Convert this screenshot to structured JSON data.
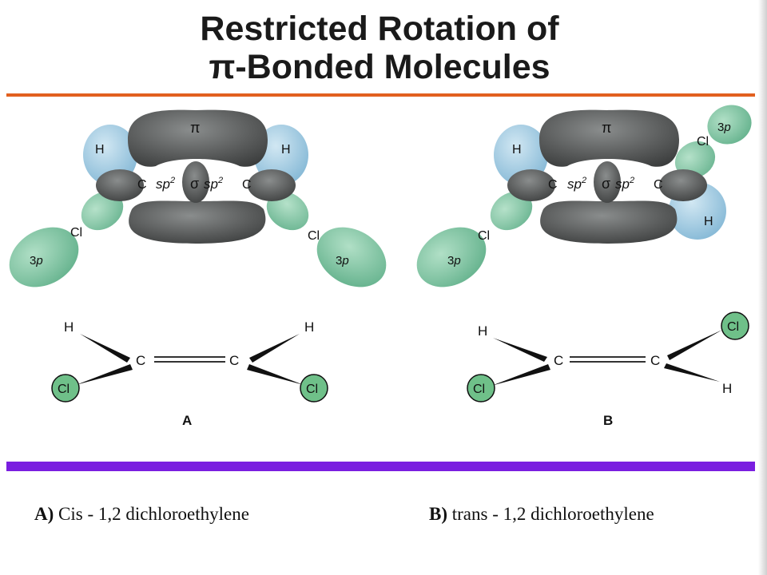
{
  "title": {
    "line1": "Restricted Rotation of",
    "line2_symbol": "π",
    "line2_text": "-Bonded Molecules"
  },
  "orbital_labels": {
    "pi": "π",
    "sigma": "σ",
    "sp": "sp",
    "sup": "2",
    "carbon": "C",
    "hydrogen": "H",
    "chlorine": "Cl",
    "p_num": "3",
    "p_letter": "p"
  },
  "structure_labels": {
    "panel_a": "A",
    "panel_b": "B"
  },
  "captions": {
    "a_prefix": "A)",
    "a_text": " Cis - 1,2 dichloroethylene",
    "b_prefix": "B)",
    "b_text": " trans - 1,2 dichloroethylene"
  },
  "colors": {
    "title_rule": "#e2601f",
    "caption_rule": "#7a1ee0",
    "pi_lobe": "#5a5c5c",
    "hydrogen_orbital": "#9cc7df",
    "chlorine_orbital": "#76c49a"
  }
}
